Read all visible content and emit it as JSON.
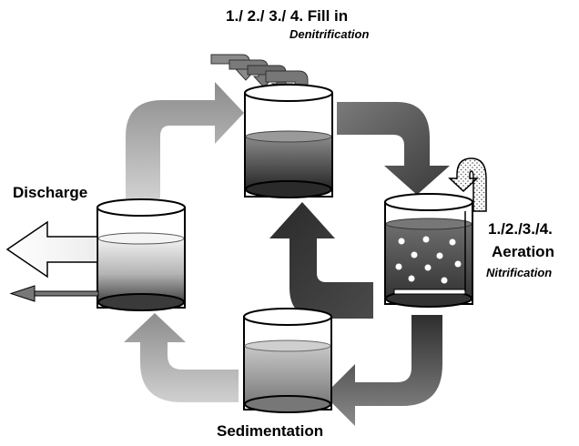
{
  "fill": {
    "title": "1./ 2./ 3./ 4. Fill in",
    "subtitle": "Denitrification"
  },
  "aeration": {
    "line1": "1./2./3./4.",
    "line2": "Aeration",
    "subtitle": "Nitrification"
  },
  "discharge": {
    "label": "Discharge"
  },
  "sedimentation": {
    "label": "Sedimentation"
  }
}
